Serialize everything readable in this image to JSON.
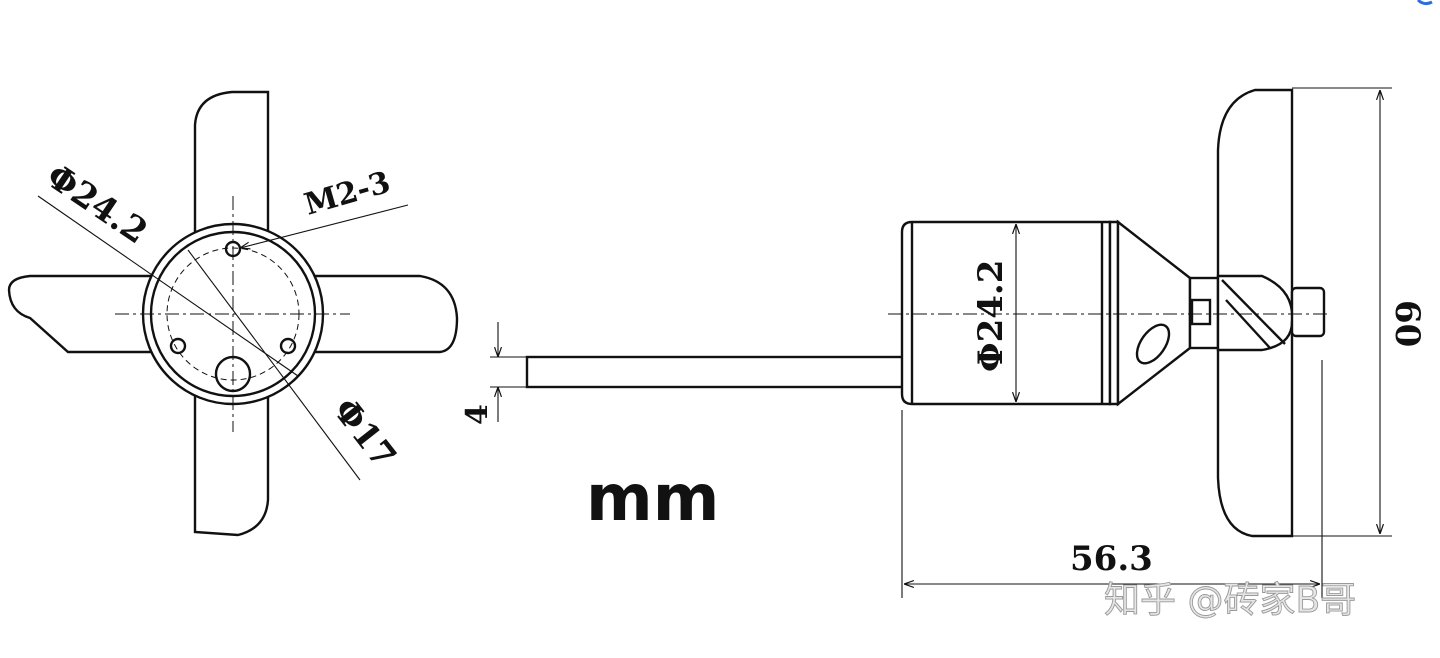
{
  "front_view": {
    "outer_diameter_label": "Φ24.2",
    "thread_label": "M2-3",
    "pitch_circle_label": "Φ17"
  },
  "side_view": {
    "shaft_diameter_label": "4",
    "body_diameter_label": "Φ24.2",
    "length_label": "56.3",
    "height_label": "60"
  },
  "unit_label": "mm",
  "watermark": "知乎 @砖家B哥"
}
